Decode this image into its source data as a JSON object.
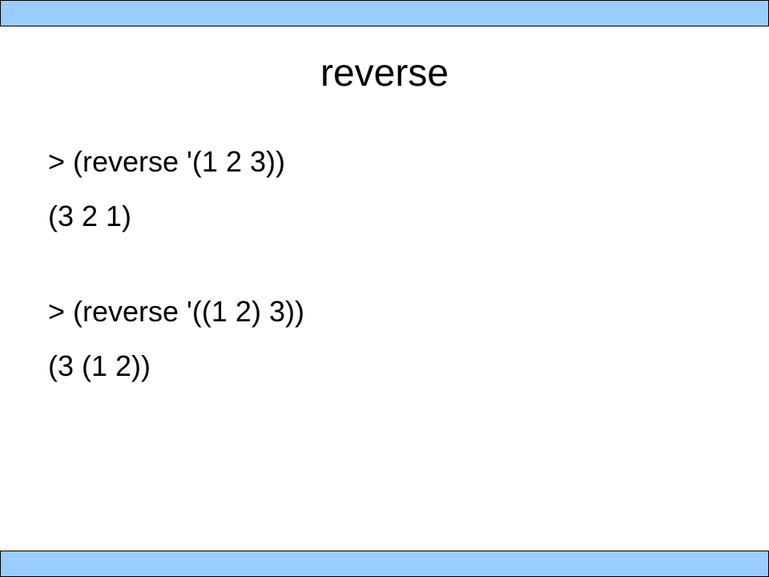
{
  "colors": {
    "band": "#99ccff",
    "background": "#ffffff",
    "text": "#000000"
  },
  "slide": {
    "title": "reverse",
    "lines": [
      "> (reverse '(1 2 3))",
      "(3 2 1)",
      "> (reverse '((1 2) 3))",
      "(3 (1 2))"
    ]
  }
}
